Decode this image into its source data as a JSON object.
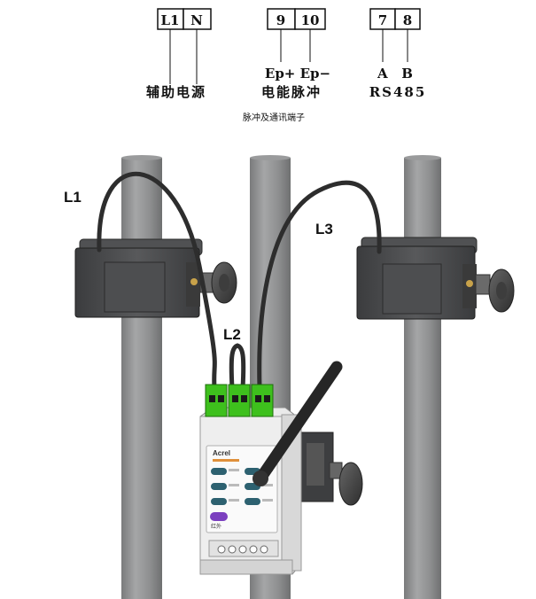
{
  "terminals": {
    "aux_power": {
      "pins": [
        "L1",
        "N"
      ],
      "label": "辅助电源"
    },
    "pulse": {
      "pins": [
        "9",
        "10"
      ],
      "signals": "Ep+ Ep−",
      "label": "电能脉冲"
    },
    "comm": {
      "pins": [
        "7",
        "8"
      ],
      "signals": "A   B",
      "label": "RS485"
    },
    "caption": "脉冲及通讯端子"
  },
  "lines": {
    "l1": "L1",
    "l2": "L2",
    "l3": "L3"
  },
  "device": {
    "brand": "Acrel",
    "ir_label": "红外"
  },
  "colors": {
    "conductor": "#8f9091",
    "ct_body": "#4a4b4d",
    "connector": "#3ec01d",
    "device": "#f2f2f2",
    "ir_button": "#7b3fbf",
    "led": "#2d6170"
  }
}
